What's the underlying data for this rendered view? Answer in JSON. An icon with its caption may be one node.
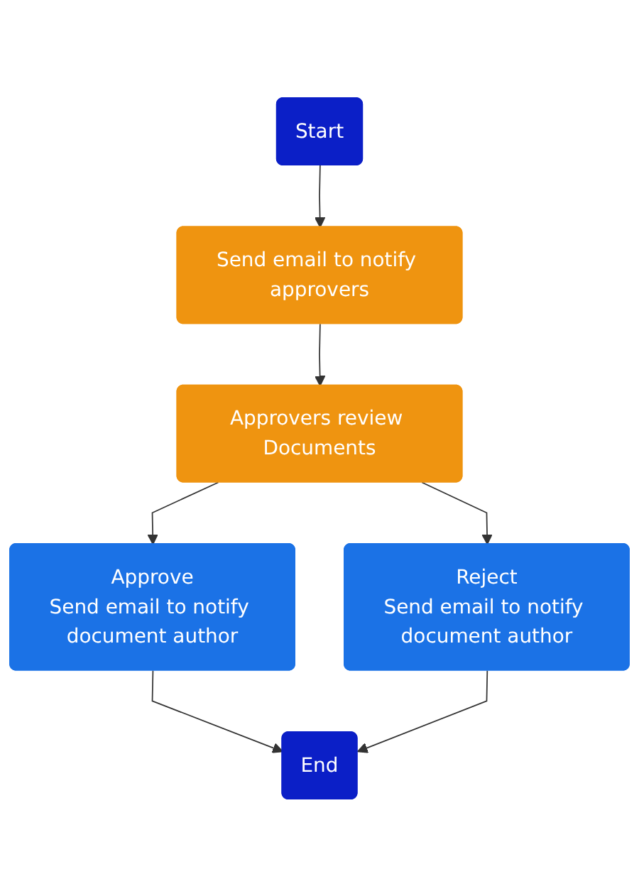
{
  "diagram": {
    "nodes": [
      {
        "text": [
          "Start"
        ]
      },
      {
        "text": [
          "Send email to notify approvers"
        ]
      },
      {
        "text": [
          "Approvers review Documents"
        ]
      },
      {
        "text": [
          "Approve",
          "Send email to notify document author"
        ]
      },
      {
        "text": [
          "Reject",
          "Send email to notify document author"
        ]
      },
      {
        "text": [
          "End"
        ]
      }
    ],
    "edges": [
      {
        "from": 0,
        "to": 1,
        "arrow": "to"
      },
      {
        "from": 1,
        "to": 2,
        "arrow": "to"
      },
      {
        "from": 2,
        "to": 3,
        "arrow": "to"
      },
      {
        "from": 2,
        "to": 4,
        "arrow": "to"
      },
      {
        "from": 3,
        "to": 5,
        "arrow": "to"
      },
      {
        "from": 4,
        "to": 5,
        "arrow": "to"
      }
    ]
  }
}
